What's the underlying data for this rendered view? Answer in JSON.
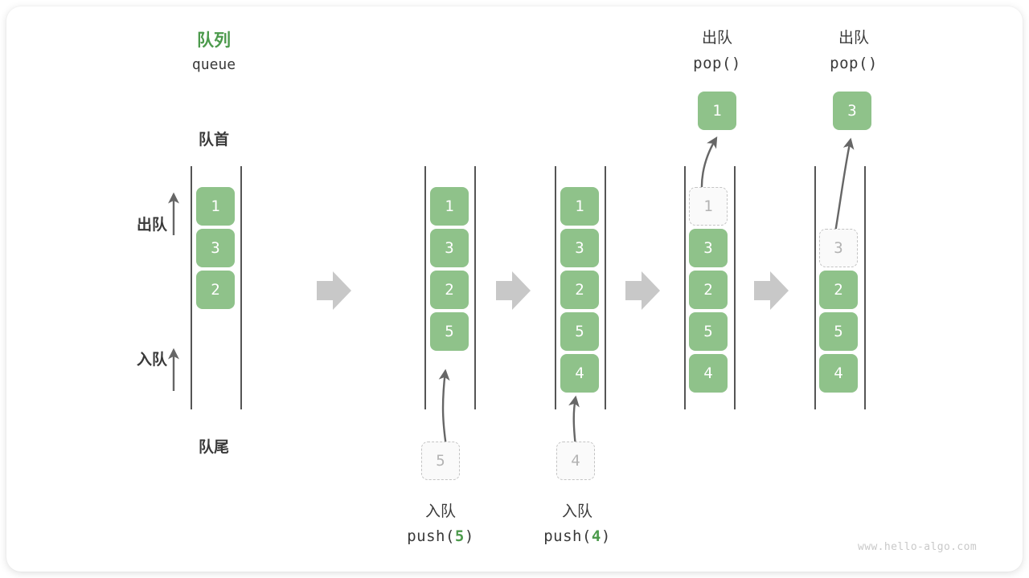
{
  "diagram": {
    "title_cn": "队列",
    "title_en": "queue",
    "front_label": "队首",
    "rear_label": "队尾",
    "dequeue_label": "出队",
    "enqueue_label": "入队",
    "watermark": "www.hello-algo.com",
    "accent_green": "#4C9A4C",
    "cell_green": "#8FC28A",
    "ghost_gray": "#B3B3B3",
    "arrow_gray": "#C8C8C8",
    "text_dark": "#3A3A3A"
  },
  "stages": [
    {
      "id": "stage-initial",
      "caption_cn": "",
      "caption_code": "",
      "cells": [
        {
          "value": "1",
          "state": "filled"
        },
        {
          "value": "3",
          "state": "filled"
        },
        {
          "value": "2",
          "state": "filled"
        }
      ],
      "incoming": null,
      "popped": null
    },
    {
      "id": "stage-push-5",
      "caption_cn": "入队",
      "caption_code": "push(5)",
      "caption_code_prefix": "push(",
      "caption_code_value": "5",
      "caption_code_suffix": ")",
      "cells": [
        {
          "value": "1",
          "state": "filled"
        },
        {
          "value": "3",
          "state": "filled"
        },
        {
          "value": "2",
          "state": "filled"
        },
        {
          "value": "5",
          "state": "filled"
        }
      ],
      "incoming": {
        "value": "5",
        "state": "ghost"
      },
      "popped": null
    },
    {
      "id": "stage-push-4",
      "caption_cn": "入队",
      "caption_code": "push(4)",
      "caption_code_prefix": "push(",
      "caption_code_value": "4",
      "caption_code_suffix": ")",
      "cells": [
        {
          "value": "1",
          "state": "filled"
        },
        {
          "value": "3",
          "state": "filled"
        },
        {
          "value": "2",
          "state": "filled"
        },
        {
          "value": "5",
          "state": "filled"
        },
        {
          "value": "4",
          "state": "filled"
        }
      ],
      "incoming": {
        "value": "4",
        "state": "ghost"
      },
      "popped": null
    },
    {
      "id": "stage-pop-1",
      "caption_cn": "出队",
      "caption_code": "pop()",
      "cells": [
        {
          "value": "1",
          "state": "ghost"
        },
        {
          "value": "3",
          "state": "filled"
        },
        {
          "value": "2",
          "state": "filled"
        },
        {
          "value": "5",
          "state": "filled"
        },
        {
          "value": "4",
          "state": "filled"
        }
      ],
      "incoming": null,
      "popped": {
        "value": "1",
        "state": "filled"
      }
    },
    {
      "id": "stage-pop-3",
      "caption_cn": "出队",
      "caption_code": "pop()",
      "cells": [
        {
          "value": "",
          "state": "empty"
        },
        {
          "value": "3",
          "state": "ghost"
        },
        {
          "value": "2",
          "state": "filled"
        },
        {
          "value": "5",
          "state": "filled"
        },
        {
          "value": "4",
          "state": "filled"
        }
      ],
      "incoming": null,
      "popped": {
        "value": "3",
        "state": "filled"
      }
    }
  ]
}
